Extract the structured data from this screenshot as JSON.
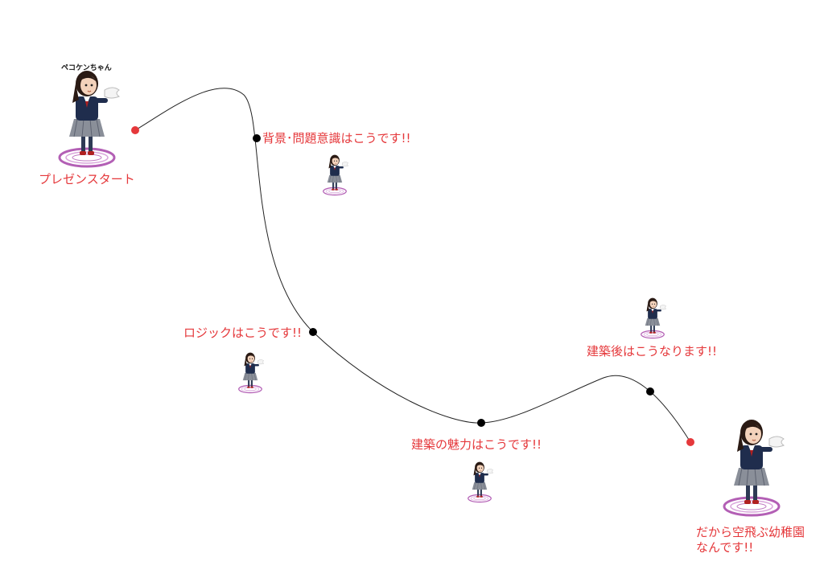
{
  "character": {
    "name": "ペコケンちゃん"
  },
  "path": {
    "stroke_color": "#222222",
    "point_color": "#000000",
    "endpoint_color": "#e5383b"
  },
  "label_color": "#e5383b",
  "milestones": [
    {
      "id": "start",
      "label": "プレゼンスタート",
      "point": "endpoint"
    },
    {
      "id": "background",
      "label": "背景･問題意識はこうです!!",
      "point": "waypoint"
    },
    {
      "id": "logic",
      "label": "ロジックはこうです!!",
      "point": "waypoint"
    },
    {
      "id": "appeal",
      "label": "建築の魅力はこうです!!",
      "point": "waypoint"
    },
    {
      "id": "after",
      "label": "建築後はこうなります!!",
      "point": "waypoint"
    },
    {
      "id": "end",
      "label_line1": "だから空飛ぶ幼稚園",
      "label_line2": "なんです!!",
      "point": "endpoint"
    }
  ]
}
